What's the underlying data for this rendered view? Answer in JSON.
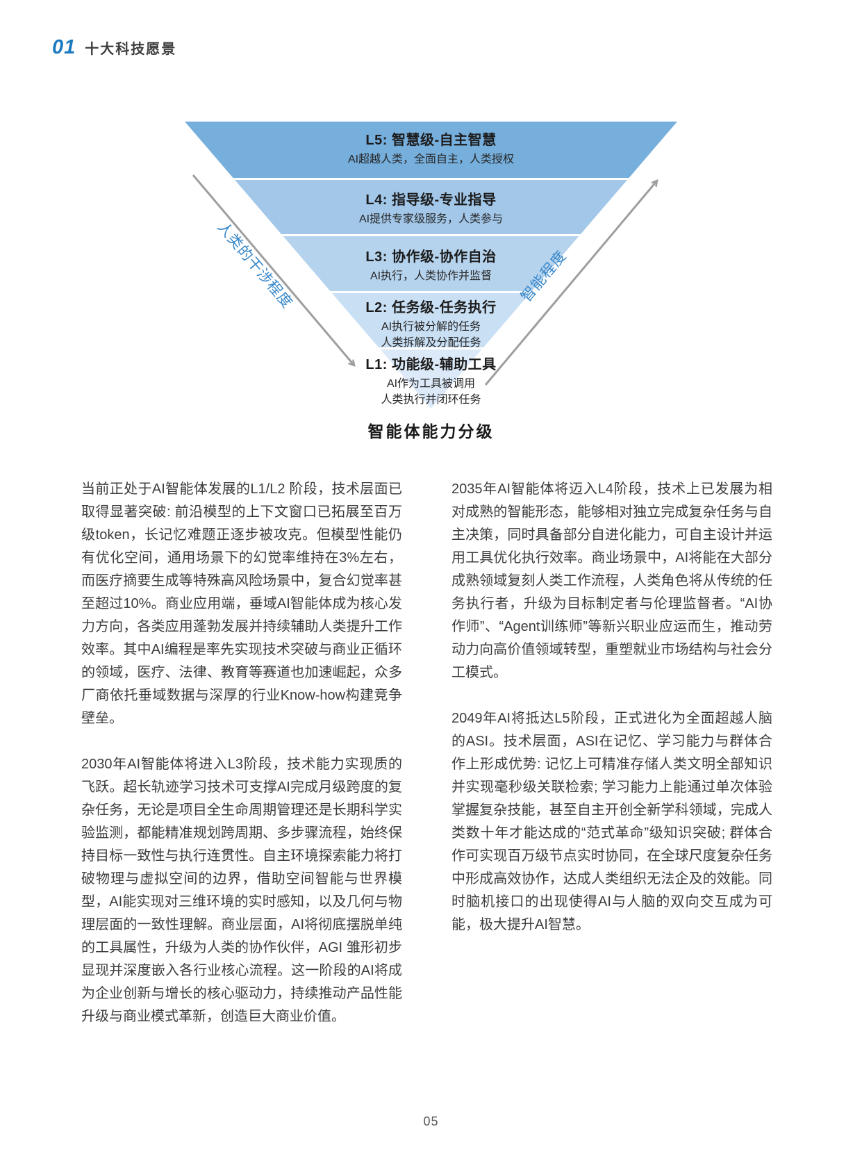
{
  "page": {
    "header": {
      "number": "01",
      "title": "十大科技愿景"
    },
    "page_number": "05"
  },
  "diagram": {
    "caption": "智能体能力分级",
    "left_axis_label": "人类的干涉程度",
    "right_axis_label": "智能程度",
    "levels": [
      {
        "id": "L5",
        "title": "L5: 智慧级-自主智慧",
        "lines": [
          "AI超越人类，全面自主，人类授权"
        ],
        "color": "#76AEDC"
      },
      {
        "id": "L4",
        "title": "L4: 指导级-专业指导",
        "lines": [
          "AI提供专家级服务，人类参与"
        ],
        "color": "#A2C7E9"
      },
      {
        "id": "L3",
        "title": "L3: 协作级-协作自治",
        "lines": [
          "AI执行，人类协作并监督"
        ],
        "color": "#B6D3EE"
      },
      {
        "id": "L2",
        "title": "L2: 任务级-任务执行",
        "lines": [
          "AI执行被分解的任务",
          "人类拆解及分配任务"
        ],
        "color": "#C9DFF4"
      },
      {
        "id": "L1",
        "title": "L1: 功能级-辅助工具",
        "lines": [
          "AI作为工具被调用",
          "人类执行并闭环任务"
        ],
        "color": "#DCE9F8"
      }
    ],
    "colors": {
      "accent_blue": "#1D79BF",
      "label_blue": "#3787C9",
      "arrow_gray": "#9E9E9E",
      "separator_white": "#FFFFFF"
    }
  },
  "body": {
    "left_column": {
      "paragraphs": [
        "当前正处于AI智能体发展的L1/L2 阶段，技术层面已取得显著突破: 前沿模型的上下文窗口已拓展至百万级token，长记忆难题正逐步被攻克。但模型性能仍有优化空间，通用场景下的幻觉率维持在3%左右，而医疗摘要生成等特殊高风险场景中，复合幻觉率甚至超过10%。商业应用端，垂域AI智能体成为核心发力方向，各类应用蓬勃发展并持续辅助人类提升工作效率。其中AI编程是率先实现技术突破与商业正循环的领域，医疗、法律、教育等赛道也加速崛起，众多厂商依托垂域数据与深厚的行业Know-how构建竞争壁垒。",
        "2030年AI智能体将进入L3阶段，技术能力实现质的飞跃。超长轨迹学习技术可支撑AI完成月级跨度的复杂任务，无论是项目全生命周期管理还是长期科学实验监测，都能精准规划跨周期、多步骤流程，始终保持目标一致性与执行连贯性。自主环境探索能力将打破物理与虚拟空间的边界，借助空间智能与世界模型，AI能实现对三维环境的实时感知，以及几何与物理层面的一致性理解。商业层面，AI将彻底摆脱单纯的工具属性，升级为人类的协作伙伴，AGI 雏形初步显现并深度嵌入各行业核心流程。这一阶段的AI将成为企业创新与增长的核心驱动力，持续推动产品性能升级与商业模式革新，创造巨大商业价值。"
      ]
    },
    "right_column": {
      "paragraphs": [
        "2035年AI智能体将迈入L4阶段，技术上已发展为相对成熟的智能形态，能够相对独立完成复杂任务与自主决策，同时具备部分自进化能力，可自主设计并运用工具优化执行效率。商业场景中，AI将能在大部分成熟领域复刻人类工作流程，人类角色将从传统的任务执行者，升级为目标制定者与伦理监督者。“AI协作师”、“Agent训练师”等新兴职业应运而生，推动劳动力向高价值领域转型，重塑就业市场结构与社会分工模式。",
        "2049年AI将抵达L5阶段，正式进化为全面超越人脑的ASI。技术层面，ASI在记忆、学习能力与群体合作上形成优势: 记忆上可精准存储人类文明全部知识并实现毫秒级关联检索; 学习能力上能通过单次体验掌握复杂技能，甚至自主开创全新学科领域，完成人类数十年才能达成的“范式革命”级知识突破; 群体合作可实现百万级节点实时协同，在全球尺度复杂任务中形成高效协作，达成人类组织无法企及的效能。同时脑机接口的出现使得AI与人脑的双向交互成为可能，极大提升AI智慧。"
      ]
    }
  }
}
